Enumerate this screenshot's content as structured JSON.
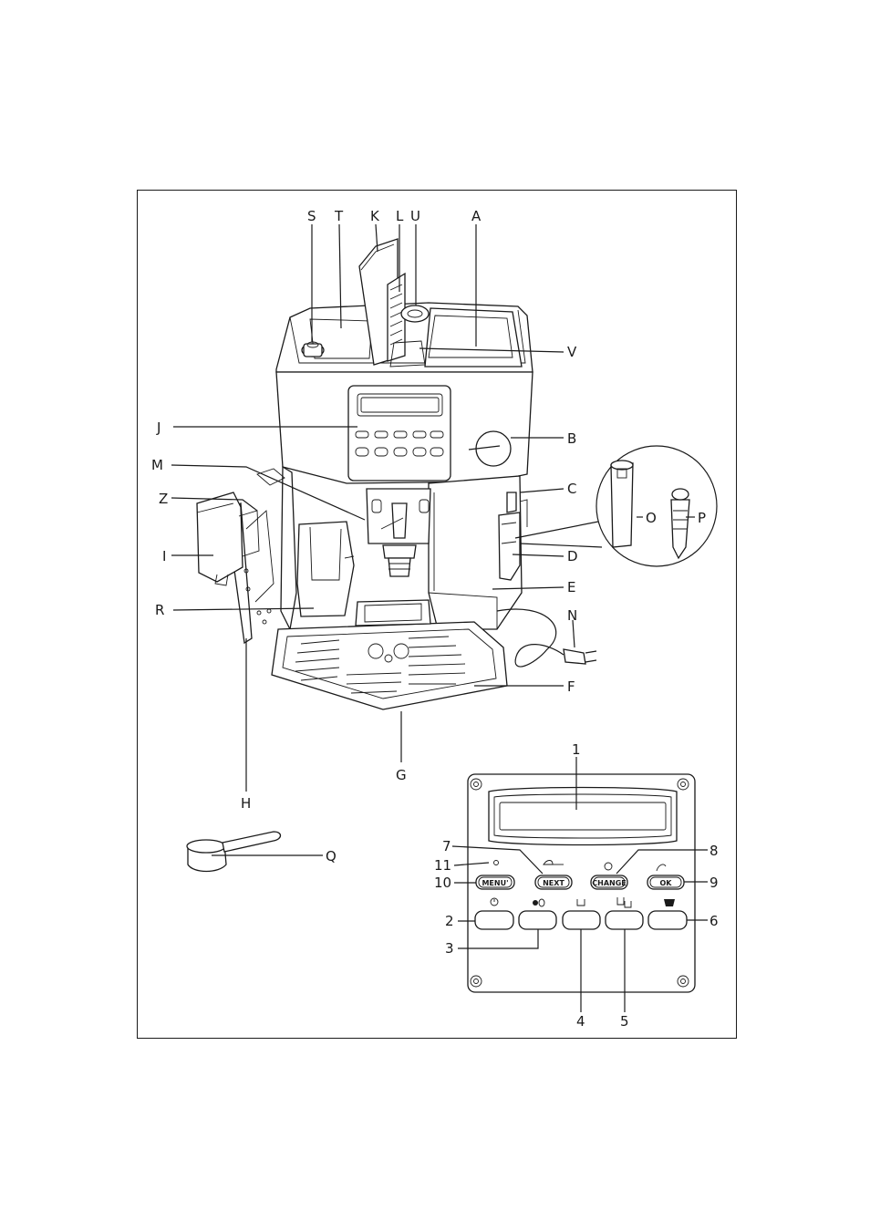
{
  "machine_labels": {
    "S": "S",
    "T": "T",
    "K": "K",
    "L": "L",
    "U": "U",
    "A": "A",
    "V": "V",
    "J": "J",
    "B": "B",
    "M": "M",
    "C": "C",
    "Z": "Z",
    "O": "O",
    "P": "P",
    "I": "I",
    "D": "D",
    "E": "E",
    "R": "R",
    "N": "N",
    "F": "F",
    "G": "G",
    "H": "H",
    "Q": "Q"
  },
  "panel_labels": {
    "n1": "1",
    "n2": "2",
    "n3": "3",
    "n4": "4",
    "n5": "5",
    "n6": "6",
    "n7": "7",
    "n8": "8",
    "n9": "9",
    "n10": "10",
    "n11": "11"
  },
  "panel_buttons": {
    "menu": "MENU'",
    "next": "NEXT",
    "change": "CHANGE",
    "ok": "OK"
  }
}
